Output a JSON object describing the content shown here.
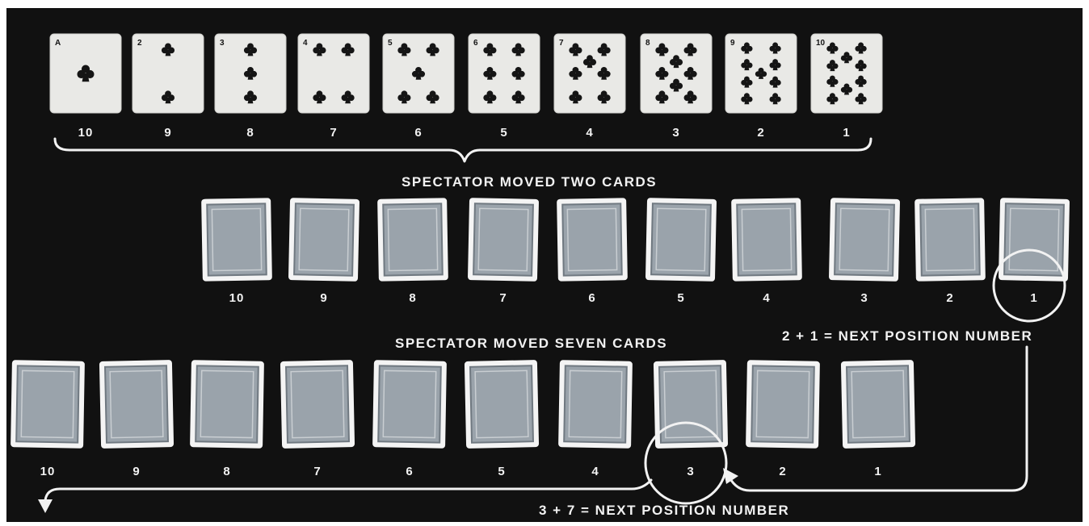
{
  "colors": {
    "background": "#111111",
    "frame": "#ffffff",
    "card_face": "#e9e9e6",
    "card_back": "#9aa3ab",
    "club_pip": "#151515",
    "text": "#f2f2f2"
  },
  "row1": {
    "suit_icon": "club-icon",
    "cards": [
      {
        "position": "10",
        "rank": "A"
      },
      {
        "position": "9",
        "rank": "2"
      },
      {
        "position": "8",
        "rank": "3"
      },
      {
        "position": "7",
        "rank": "4"
      },
      {
        "position": "6",
        "rank": "5"
      },
      {
        "position": "5",
        "rank": "6"
      },
      {
        "position": "4",
        "rank": "7"
      },
      {
        "position": "3",
        "rank": "8"
      },
      {
        "position": "2",
        "rank": "9"
      },
      {
        "position": "1",
        "rank": "10"
      }
    ]
  },
  "row2": {
    "caption": "SPECTATOR MOVED TWO CARDS",
    "positions": [
      "10",
      "9",
      "8",
      "7",
      "6",
      "5",
      "4",
      "3",
      "2",
      "1"
    ],
    "note": "2 + 1 = NEXT POSITION NUMBER"
  },
  "row3": {
    "caption": "SPECTATOR MOVED SEVEN CARDS",
    "positions": [
      "10",
      "9",
      "8",
      "7",
      "6",
      "5",
      "4",
      "3",
      "2",
      "1"
    ],
    "note": "3 + 7 = NEXT POSITION NUMBER"
  }
}
